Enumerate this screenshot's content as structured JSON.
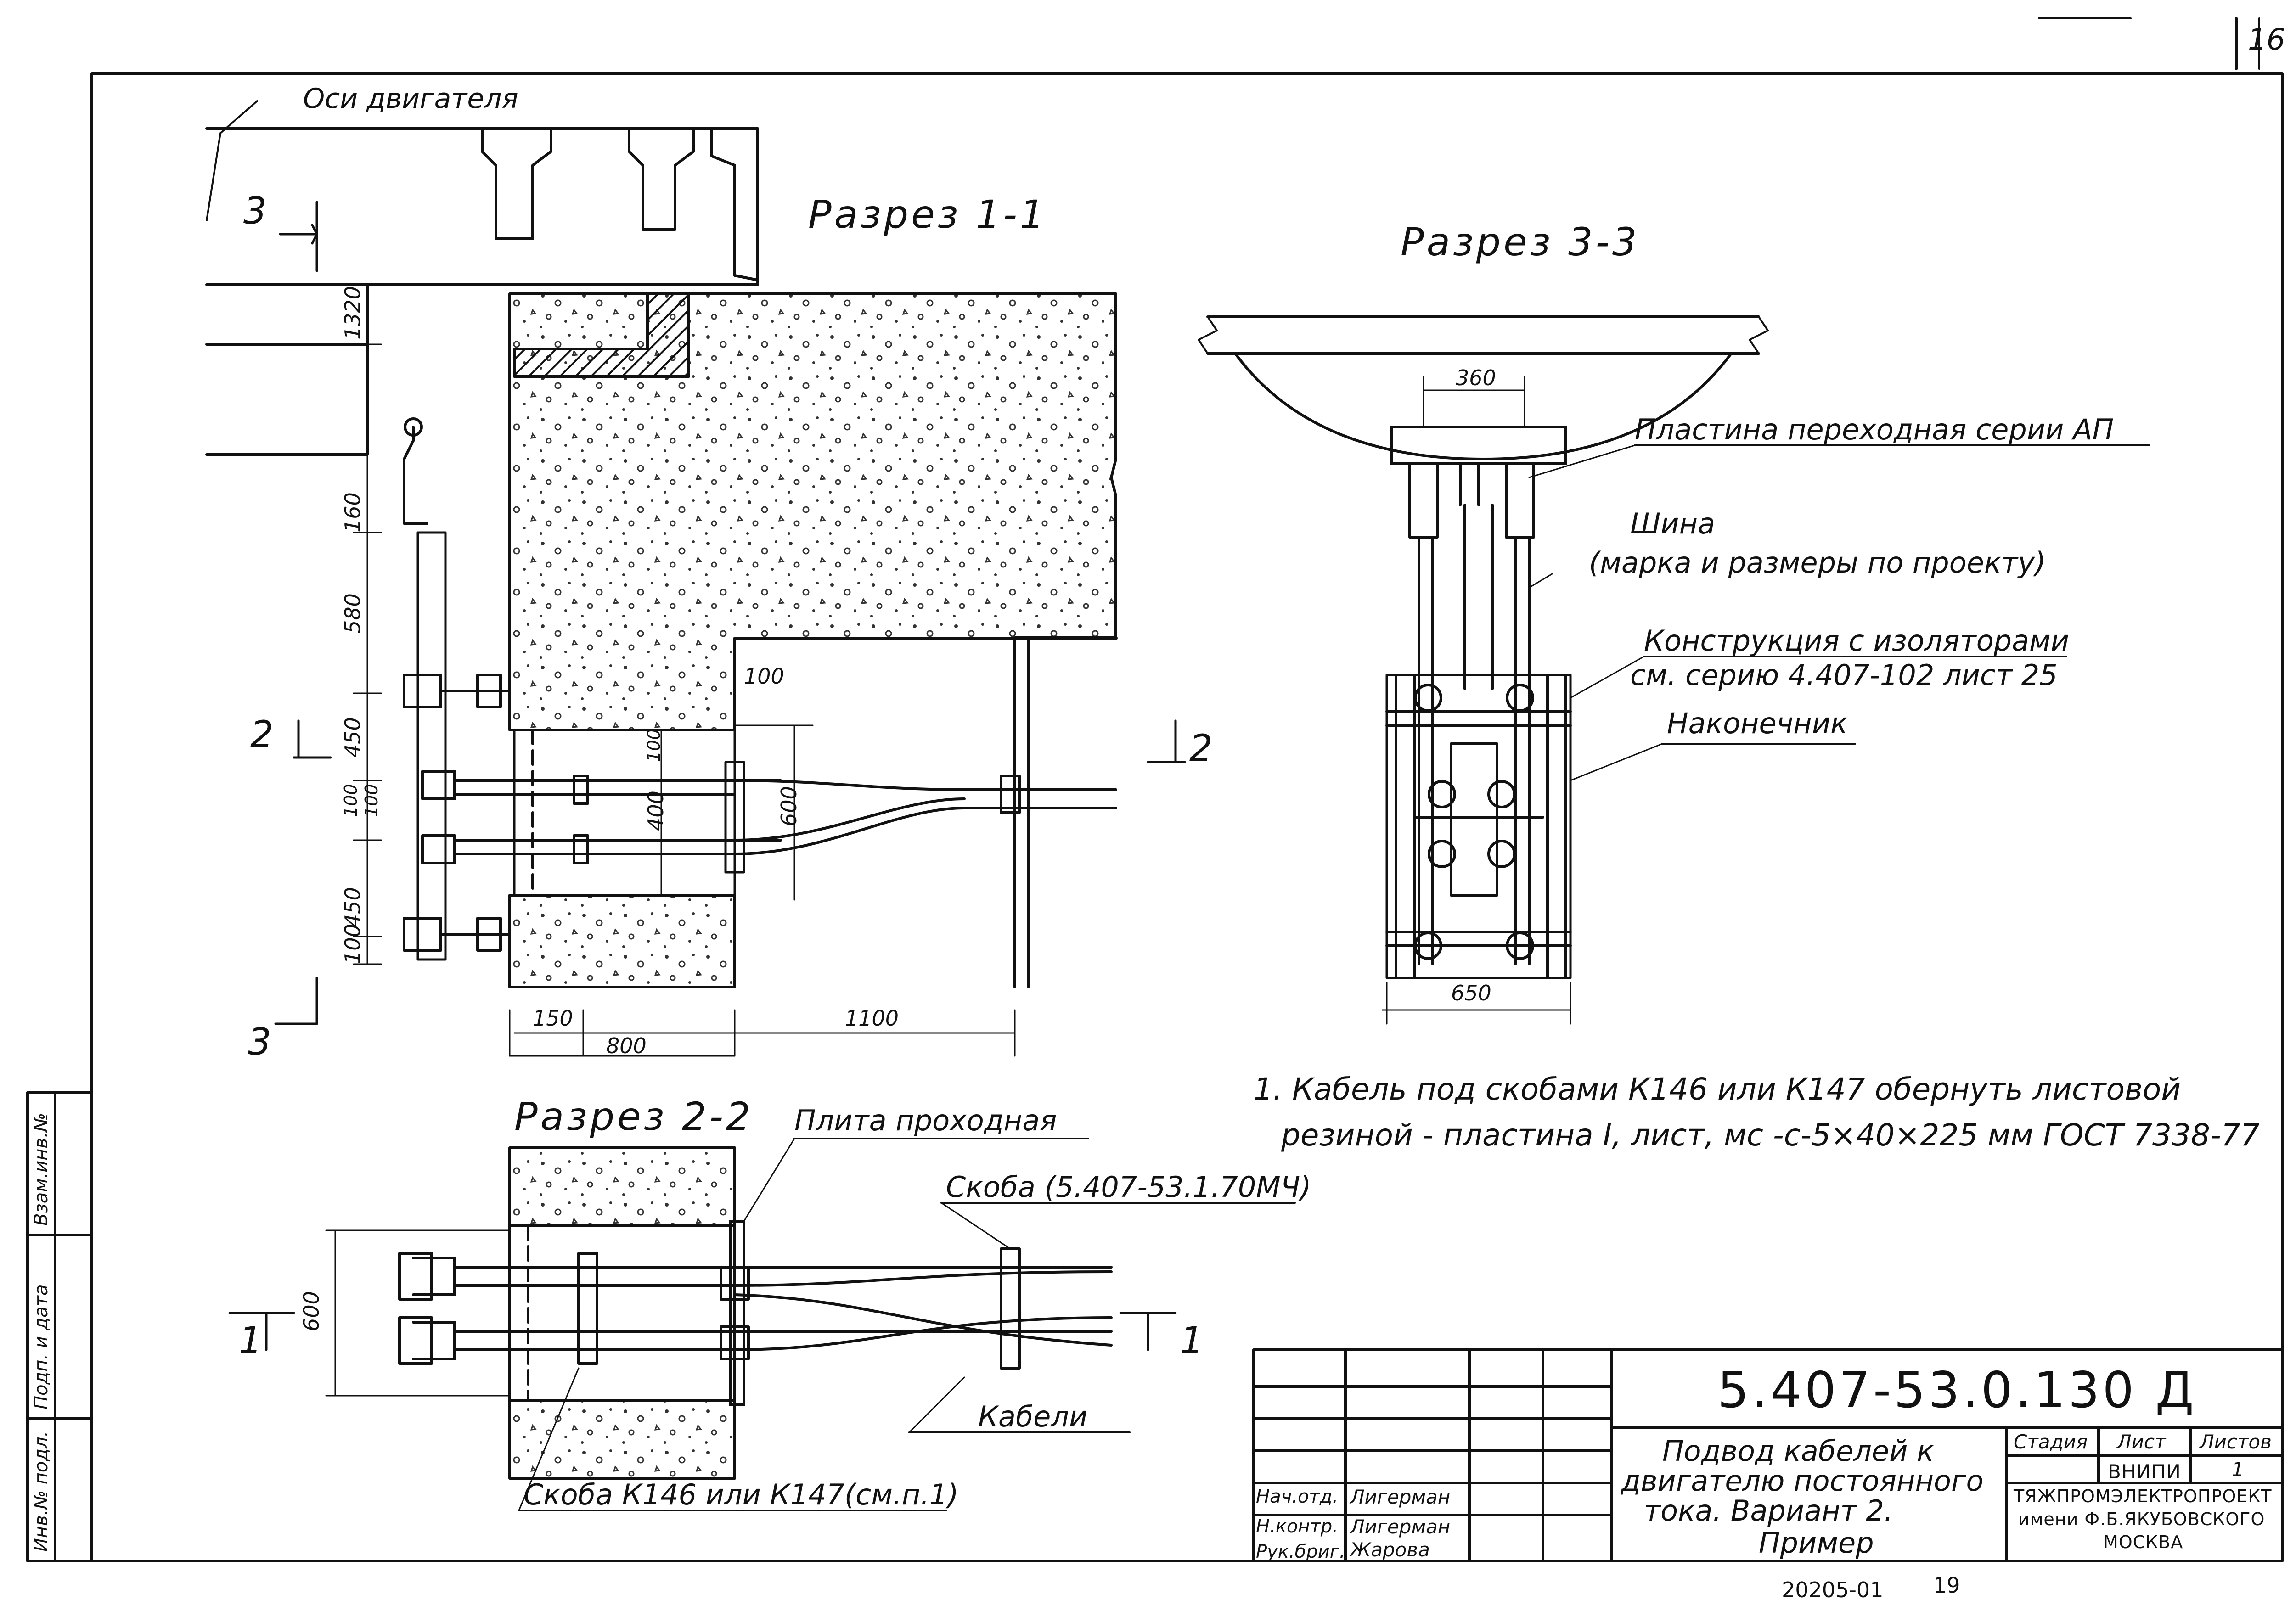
{
  "sheet": {
    "page_number": "16",
    "document_code": "5.407-53.0.130 Д",
    "album_number": "20205-01",
    "page_in_album": "19"
  },
  "sections": {
    "section_1_1": {
      "title": "Разрез 1-1",
      "axis_label": "Оси двигателя",
      "cut_markers": [
        "3",
        "3",
        "2",
        "2"
      ]
    },
    "section_3_3": {
      "title": "Разрез 3-3"
    },
    "section_2_2": {
      "title": "Разрез 2-2",
      "cut_markers": [
        "1",
        "1"
      ]
    }
  },
  "dimensions": {
    "s11_vertical": [
      "1320",
      "160",
      "580",
      "450",
      "100",
      "100",
      "450",
      "100"
    ],
    "s11_inner": [
      "100",
      "400",
      "600",
      "100"
    ],
    "s11_horizontal": [
      "150",
      "800",
      "1100"
    ],
    "s33": [
      "360",
      "650"
    ],
    "s22": [
      "600"
    ]
  },
  "callouts": {
    "transition_plate": "Пластина переходная серии АП",
    "bus_line1": "Шина",
    "bus_line2": "(марка и размеры по проекту)",
    "insulator_construction_line1": "Конструкция с изоляторами",
    "insulator_construction_line2": "см. серию 4.407-102 лист 25",
    "tip": "Наконечник",
    "pass_plate": "Плита проходная",
    "bracket_top": "Скоба (5.407-53.1.70МЧ)",
    "cables": "Кабели",
    "bracket_bottom": "Скоба К146 или К147(см.п.1)"
  },
  "notes": [
    "1. Кабель под скобами К146 или К147 обернуть листовой",
    "резиной - пластина I, лист, мс -с-5×40×225 мм ГОСТ 7338-77"
  ],
  "title_block": {
    "title_line1": "Подвод кабелей к",
    "title_line2": "двигателю постоянного",
    "title_line3": "тока. Вариант 2.",
    "title_line4": "Пример",
    "stage_header": "Стадия",
    "sheet_header": "Лист",
    "sheets_header": "Листов",
    "sheets_value": "1",
    "org_line1": "ВНИПИ",
    "org_line2": "ТЯЖПРОМЭЛЕКТРОПРОЕКТ",
    "org_line3": "имени Ф.Б.ЯКУБОВСКОГО",
    "org_line4": "МОСКВА",
    "signatures": [
      {
        "role": "Нач.отд.",
        "name": "Лигерман"
      },
      {
        "role": "Н.контр.",
        "name": "Лигерман"
      },
      {
        "role": "Рук.бриг.",
        "name": "Жарова"
      }
    ]
  },
  "side_stamp": [
    "Инв.№ подл.",
    "Подп. и дата",
    "Взам.инв.№"
  ]
}
